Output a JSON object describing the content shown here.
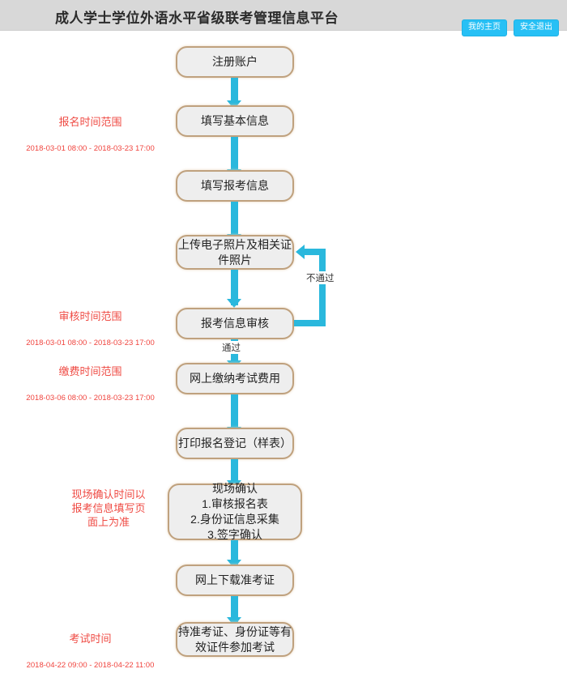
{
  "header": {
    "title": "成人学士学位外语水平省级联考管理信息平台",
    "buttons": [
      {
        "label": "我的主页",
        "name": "my-homepage-button"
      },
      {
        "label": "安全退出",
        "name": "secure-logout-button"
      }
    ],
    "background_color": "#d8d8d8",
    "button_color": "#27c0f5"
  },
  "flow": {
    "node_fill": "#eeeeee",
    "node_border": "#bfa17e",
    "arrow_color": "#2ab8dd",
    "annotation_color": "#f0443e",
    "nodes": [
      {
        "id": "register",
        "text": "注册账户"
      },
      {
        "id": "basic-info",
        "text": "填写基本信息"
      },
      {
        "id": "exam-info",
        "text": "填写报考信息"
      },
      {
        "id": "upload-photo",
        "text": "上传电子照片及相关证\n件照片"
      },
      {
        "id": "audit",
        "text": "报考信息审核"
      },
      {
        "id": "pay",
        "text": "网上缴纳考试费用"
      },
      {
        "id": "print",
        "text": "打印报名登记（样表）"
      },
      {
        "id": "onsite",
        "text": "现场确认\n1.审核报名表\n2.身份证信息采集\n3.签字确认"
      },
      {
        "id": "download-ticket",
        "text": "网上下载准考证"
      },
      {
        "id": "attend-exam",
        "text": "持准考证、身份证等有\n效证件参加考试"
      }
    ],
    "edge_labels": [
      {
        "id": "fail",
        "text": "不通过"
      },
      {
        "id": "pass",
        "text": "通过"
      }
    ]
  },
  "annotations": [
    {
      "id": "signup-range",
      "title": "报名时间范围",
      "dates": "2018-03-01 08:00 -    2018-03-23 17:00"
    },
    {
      "id": "audit-range",
      "title": "审核时间范围",
      "dates": "2018-03-01 08:00 -    2018-03-23 17:00"
    },
    {
      "id": "payment-range",
      "title": "缴费时间范围",
      "dates": "2018-03-06 08:00 -    2018-03-23 17:00"
    },
    {
      "id": "onsite-note",
      "title": "现场确认时间以\n报考信息填写页\n面上为准",
      "dates": ""
    },
    {
      "id": "exam-time",
      "title": "考试时间",
      "dates": "2018-04-22 09:00 -    2018-04-22 11:00"
    }
  ]
}
